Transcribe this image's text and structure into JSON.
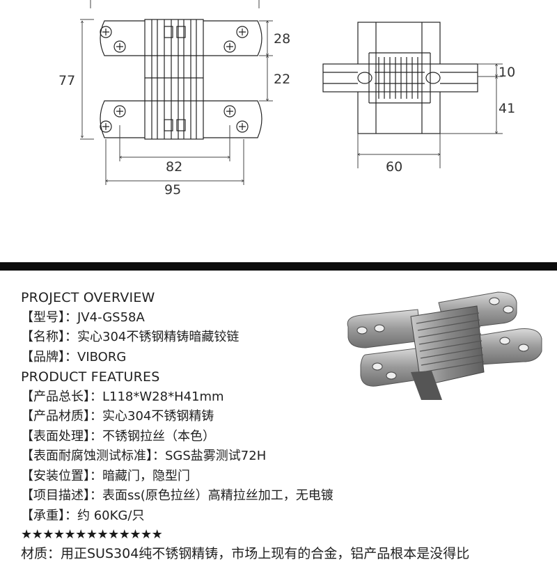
{
  "diagram": {
    "front_view": {
      "height_total": "77",
      "upper_segment": "28",
      "lower_segment": "22",
      "hole_spacing": "82",
      "overall_length": "95"
    },
    "side_view": {
      "upper_segment": "10",
      "lower_segment": "41",
      "width": "60"
    }
  },
  "overview": {
    "heading": "PROJECT OVERVIEW",
    "rows": [
      {
        "label": "【型号】：",
        "value": "JV4-GS58A"
      },
      {
        "label": "【名称】：",
        "value": "实心304不锈钢精铸暗藏铰链"
      },
      {
        "label": "【品牌】：",
        "value": "VIBORG"
      }
    ]
  },
  "features": {
    "heading": "PRODUCT FEATURES",
    "rows": [
      {
        "label": "【产品总长】：",
        "value": "L118*W28*H41mm"
      },
      {
        "label": "【产品材质】：",
        "value": "实心304不锈钢精铸"
      },
      {
        "label": "【表面处理】：",
        "value": "不锈钢拉丝（本色）"
      },
      {
        "label": "【表面耐腐蚀测试标准】：",
        "value": "SGS盐雾测试72H"
      },
      {
        "label": "【安装位置】：",
        "value": "暗藏门，隐型门"
      },
      {
        "label": "【项目描述】：",
        "value": "表面ss(原色拉丝）高精拉丝加工，无电镀"
      },
      {
        "label": "【承重】：",
        "value": "约 60KG/只"
      }
    ]
  },
  "stars": "★★★★★★★★★★★★★",
  "footer_text": "材质：用正SUS304纯不锈钢精铸，市场上现有的合金，铝产品根本是没得比"
}
